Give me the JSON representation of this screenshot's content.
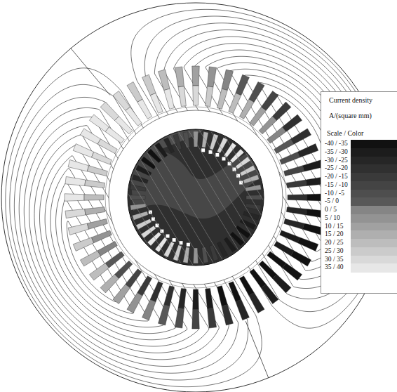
{
  "diagram": {
    "labels": [
      "Current density",
      "A/(square mm)",
      "Scale / Color"
    ],
    "legend": [
      {
        "text": "-40 / -35",
        "color": "#111111"
      },
      {
        "text": "-35 / -30",
        "color": "#1c1c1c"
      },
      {
        "text": "-30 / -25",
        "color": "#262626"
      },
      {
        "text": "-25 / -20",
        "color": "#303030"
      },
      {
        "text": "-20 / -15",
        "color": "#3a3a3a"
      },
      {
        "text": "-15 / -10",
        "color": "#444444"
      },
      {
        "text": "-10 / -5",
        "color": "#4e4e4e"
      },
      {
        "text": "-5 / 0",
        "color": "#585858"
      },
      {
        "text": "0 / 5",
        "color": "#858585"
      },
      {
        "text": "5 / 10",
        "color": "#939393"
      },
      {
        "text": "10 / 15",
        "color": "#a1a1a1"
      },
      {
        "text": "15 / 20",
        "color": "#afafaf"
      },
      {
        "text": "20 / 25",
        "color": "#bdbdbd"
      },
      {
        "text": "25 / 30",
        "color": "#cbcbcb"
      },
      {
        "text": "30 / 35",
        "color": "#d9d9d9"
      },
      {
        "text": "35 / 40",
        "color": "#e7e7e7"
      }
    ]
  }
}
